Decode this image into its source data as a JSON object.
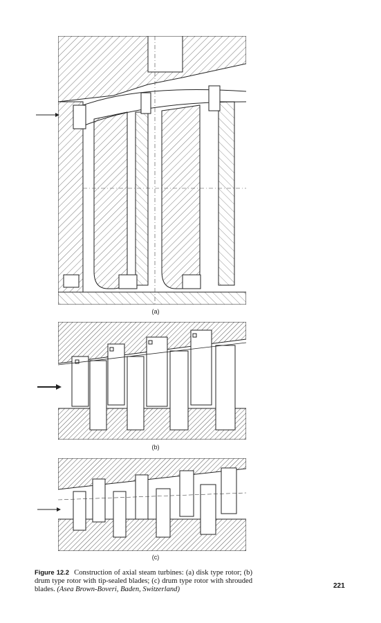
{
  "figure": {
    "panels": [
      {
        "id": "a",
        "label": "(a)"
      },
      {
        "id": "b",
        "label": "(b)"
      },
      {
        "id": "c",
        "label": "(c)"
      }
    ]
  },
  "caption": {
    "figure_number": "Figure 12.2",
    "text": "Construction of axial steam turbines: (a) disk type rotor; (b) drum type rotor with tip-sealed blades; (c) drum type rotor with shrouded blades.",
    "source": "(Asea Brown-Boveri, Baden, Switzerland)"
  },
  "page_number": "221"
}
